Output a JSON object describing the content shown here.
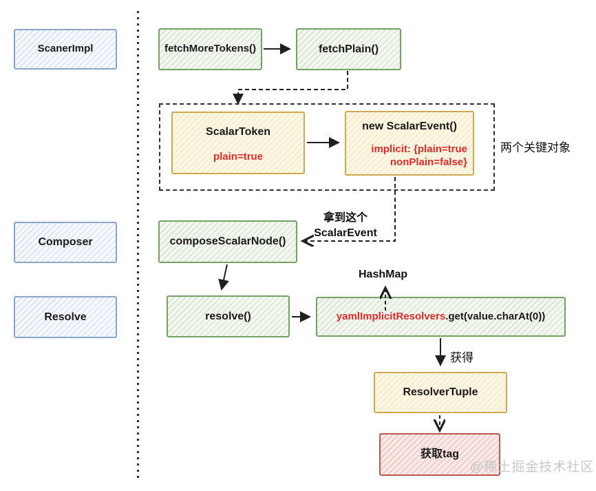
{
  "sidebar": {
    "items": [
      {
        "label": "ScanerImpl"
      },
      {
        "label": "Composer"
      },
      {
        "label": "Resolve"
      }
    ]
  },
  "flow": {
    "fetch_more_tokens": {
      "label": "fetchMoreTokens()"
    },
    "fetch_plain": {
      "label": "fetchPlain()"
    },
    "scalar_token": {
      "title": "ScalarToken",
      "detail": "plain=true"
    },
    "new_scalar_event": {
      "title": "new ScalarEvent()",
      "detail_line1": "implicit: {plain=true",
      "detail_line2": "nonPlain=false}"
    },
    "compose_scalar_node": {
      "label": "composeScalarNode()"
    },
    "resolve_fn": {
      "label": "resolve()"
    },
    "yaml_implicit_resolvers": {
      "highlight": "yamlImplicitResolvers",
      "rest": ".get(value.charAt(0))"
    },
    "resolver_tuple": {
      "label": "ResolverTuple"
    },
    "get_tag": {
      "label": "获取tag"
    }
  },
  "annotations": {
    "two_key_objects": "两个关键对象",
    "get_this_line1": "拿到这个",
    "get_this_line2": "ScalarEvent",
    "hashmap": "HashMap",
    "obtain": "获得"
  },
  "watermark": "@稀土掘金技术社区",
  "colors": {
    "green_border": "#74a264",
    "blue_border": "#8ba6c9",
    "yellow_border": "#cfa94d",
    "red_border": "#bf5652",
    "red_text": "#e02b2b",
    "line": "#1f1f1f",
    "watermark": "#c9c9c9"
  }
}
